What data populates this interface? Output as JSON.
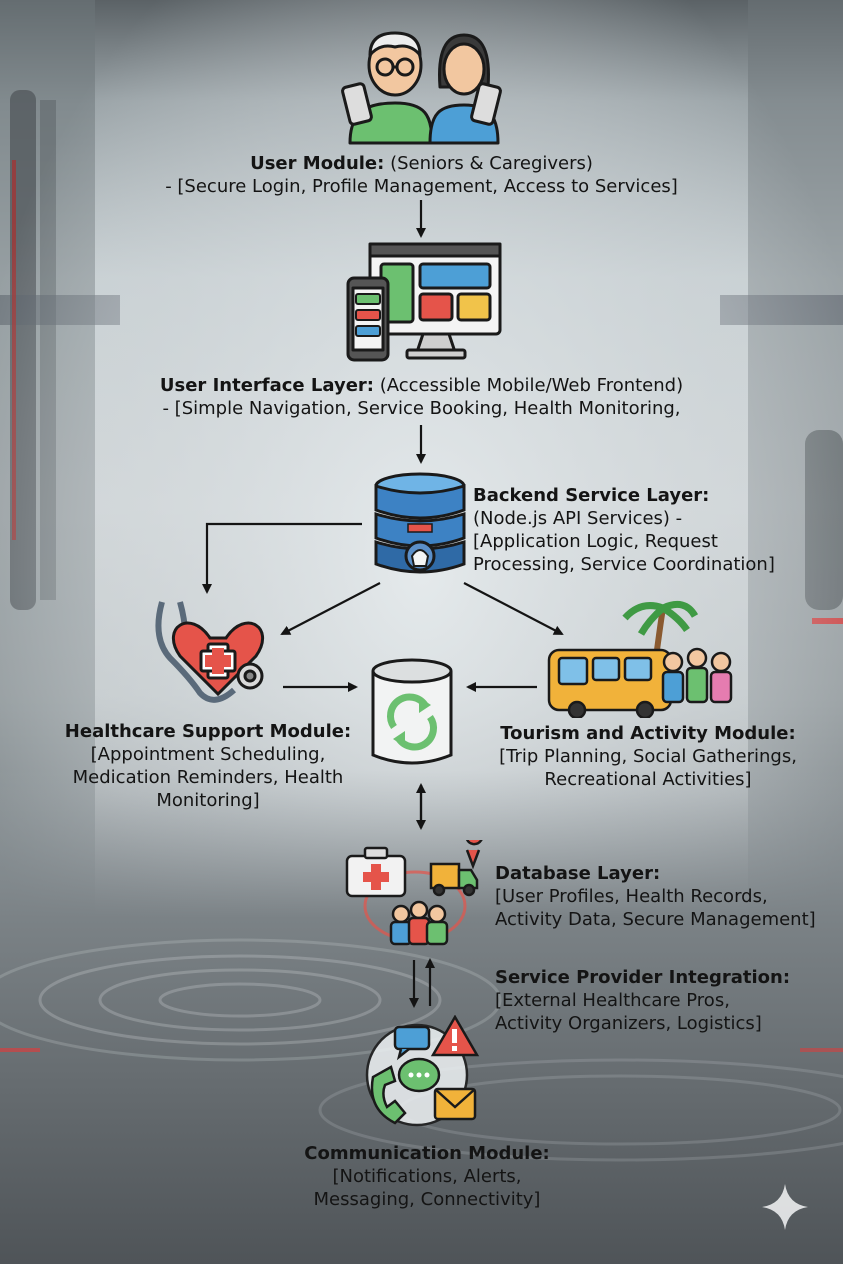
{
  "modules": {
    "user": {
      "title": "User Module:",
      "rest": " (Seniors & Caregivers)",
      "line2": "- [Secure Login, Profile Management, Access to Services]"
    },
    "ui_layer": {
      "title": "User Interface Layer:",
      "rest": " (Accessible Mobile/Web Frontend)",
      "line2": "- [Simple Navigation, Service Booking, Health Monitoring,"
    },
    "backend": {
      "title": "Backend Service Layer:",
      "line2": "(Node.js API Services) -",
      "line3": "[Application Logic, Request",
      "line4": "Processing, Service Coordination]"
    },
    "healthcare": {
      "title": "Healthcare Support Module:",
      "line2": "[Appointment Scheduling,",
      "line3": "Medication Reminders, Health",
      "line4": "Monitoring]"
    },
    "tourism": {
      "title": "Tourism and Activity Module:",
      "line2": "[Trip Planning, Social Gatherings,",
      "line3": "Recreational Activities]"
    },
    "database": {
      "title": "Database Layer:",
      "line2": "[User Profiles, Health Records,",
      "line3": "Activity Data, Secure Management]"
    },
    "provider": {
      "title": "Service Provider Integration:",
      "line2": "[External Healthcare Pros,",
      "line3": "Activity Organizers, Logistics]"
    },
    "communication": {
      "title": "Communication Module:",
      "line2": "[Notifications, Alerts,",
      "line3": "Messaging, Connectivity]"
    }
  },
  "icons": [
    "seniors-caregivers-icon",
    "monitor-phone-icon",
    "server-database-icon",
    "heart-stethoscope-icon",
    "sync-cylinder-icon",
    "bus-palm-seniors-icon",
    "medkit-truck-people-icon",
    "communication-bubbles-icon",
    "sparkle-icon"
  ]
}
